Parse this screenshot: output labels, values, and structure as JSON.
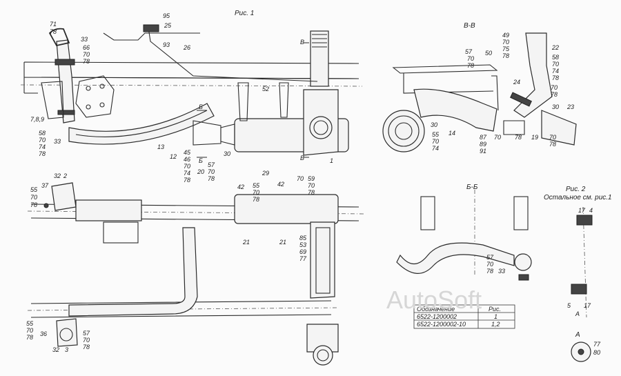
{
  "captions": {
    "fig1": "Рис. 1",
    "vv": "В-В",
    "bb": "Б-Б",
    "fig2_title": "Рис. 2",
    "fig2_note": "Остальное см. рис.1",
    "view_a_title": "А",
    "view_a_callout": "А"
  },
  "section_marks": {
    "v_top": "В",
    "v_bottom": "В",
    "b_top": "Б",
    "b_bottom": "Б"
  },
  "watermark": "AutoSoft",
  "table": {
    "headers": [
      "Обозначение",
      "Рис."
    ],
    "rows": [
      [
        "6522-1200002",
        "1"
      ],
      [
        "6522-1200002-10",
        "1,2"
      ]
    ]
  },
  "fig1_top": {
    "l71_78": [
      "71",
      "78"
    ],
    "l33_66_70_78": [
      "33",
      "66",
      "70",
      "78"
    ],
    "l7_8_9": "7,8,9",
    "l58_70_74_78": [
      "58",
      "70",
      "74",
      "78"
    ],
    "l33b": "33",
    "l95": "95",
    "l25": "25",
    "l93": "93",
    "l26": "26",
    "l52": "52",
    "l13": "13",
    "l12": "12",
    "l45_46_70_74_78": [
      "45",
      "46",
      "70",
      "74",
      "78"
    ],
    "l20": "20",
    "l57_70_78": [
      "57",
      "70",
      "78"
    ],
    "l30": "30",
    "l1": "1"
  },
  "fig1_bottom": {
    "l55_70_78a": [
      "55",
      "70",
      "78"
    ],
    "l37": "37",
    "l32a": "32",
    "l2": "2",
    "l42a": "42",
    "l55_70_78b": [
      "55",
      "70",
      "78"
    ],
    "l29": "29",
    "l42b": "42",
    "l70": "70",
    "l59_70_78": [
      "59",
      "70",
      "78"
    ],
    "l21a": "21",
    "l21b": "21",
    "l85_53_69_77": [
      "85",
      "53",
      "69",
      "77"
    ],
    "l55_70_78c": [
      "55",
      "70",
      "78"
    ],
    "l36": "36",
    "l57_70_78b": [
      "57",
      "70",
      "78"
    ],
    "l32b": "32",
    "l3": "3"
  },
  "section_vv": {
    "l57_70_78": [
      "57",
      "70",
      "78"
    ],
    "l50": "50",
    "l49_70_75_78": [
      "49",
      "70",
      "75",
      "78"
    ],
    "l22": "22",
    "l58_70_74_78": [
      "58",
      "70",
      "74",
      "78"
    ],
    "l24": "24",
    "l70_78": [
      "70",
      "78"
    ],
    "l30a": "30",
    "l23": "23",
    "l30b": "30",
    "l55_70_74": [
      "55",
      "70",
      "74"
    ],
    "l14": "14",
    "l87_89_91": [
      "87",
      "89",
      "91"
    ],
    "l70b": "70",
    "l78b": "78",
    "l19": "19",
    "l70_78c": [
      "70",
      "78"
    ]
  },
  "section_bb": {
    "l57_70_78": [
      "57",
      "70",
      "78"
    ],
    "l33": "33"
  },
  "fig2": {
    "l17": "17",
    "l4": "4",
    "l5": "5",
    "l17b": "17",
    "l77": "77",
    "l80": "80"
  }
}
